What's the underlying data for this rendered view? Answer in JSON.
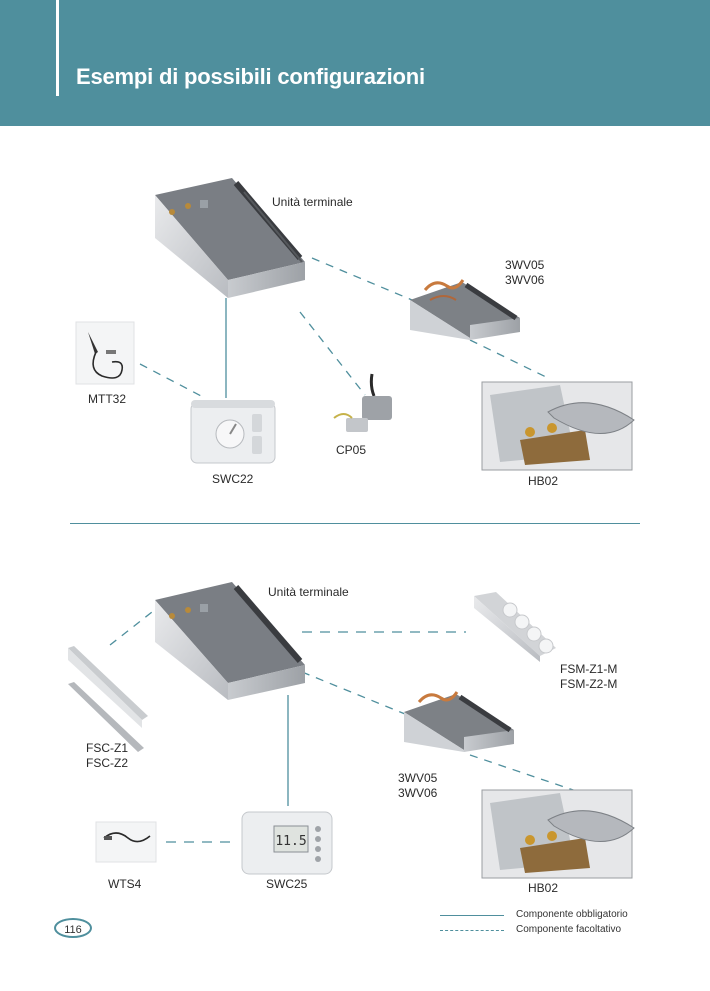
{
  "header": {
    "title": "Esempi di possibili configurazioni"
  },
  "colors": {
    "accent": "#4f8f9d",
    "line": "#4f8f9d"
  },
  "config1": {
    "unit_label": "Unità terminale",
    "valve_label": "3WV05\n3WV06",
    "mtt_label": "MTT32",
    "swc_label": "SWC22",
    "cp_label": "CP05",
    "hb_label": "HB02"
  },
  "config2": {
    "unit_label": "Unità terminale",
    "fsm_label": "FSM-Z1-M\nFSM-Z2-M",
    "fsc_label": "FSC-Z1\nFSC-Z2",
    "valve_label": "3WV05\n3WV06",
    "wts_label": "WTS4",
    "swc_label": "SWC25",
    "hb_label": "HB02",
    "display_value": "11.5"
  },
  "legend": {
    "mandatory": "Componente obbligatorio",
    "optional": "Componente facoltativo"
  },
  "page_number": "116"
}
